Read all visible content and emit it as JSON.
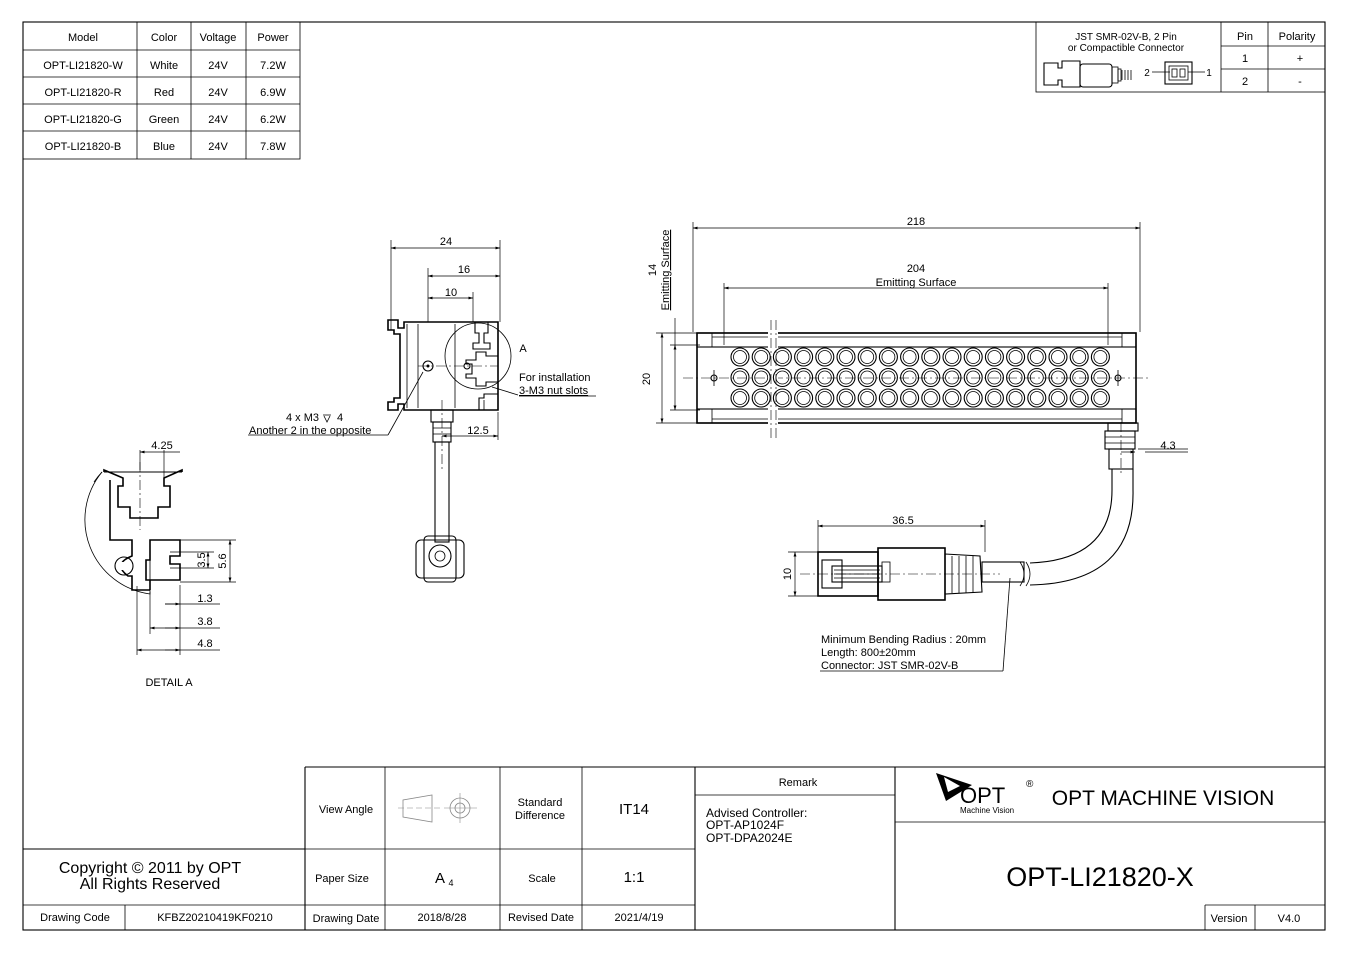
{
  "model_table": {
    "headers": [
      "Model",
      "Color",
      "Voltage",
      "Power"
    ],
    "rows": [
      [
        "OPT-LI21820-W",
        "White",
        "24V",
        "7.2W"
      ],
      [
        "OPT-LI21820-R",
        "Red",
        "24V",
        "6.9W"
      ],
      [
        "OPT-LI21820-G",
        "Green",
        "24V",
        "6.2W"
      ],
      [
        "OPT-LI21820-B",
        "Blue",
        "24V",
        "7.8W"
      ]
    ]
  },
  "connector_table": {
    "title_line1": "JST SMR-02V-B, 2 Pin",
    "title_line2": "or Compactible Connector",
    "pin_header": "Pin",
    "polarity_header": "Polarity",
    "rows": [
      [
        "1",
        "+"
      ],
      [
        "2",
        "-"
      ]
    ],
    "pin_label_2": "2",
    "pin_label_1": "1"
  },
  "side_view": {
    "dim_24": "24",
    "dim_16": "16",
    "dim_10": "10",
    "dim_12_5": "12.5",
    "detail_mark": "A",
    "note_line1": "For installation",
    "note_line2": "3-M3 nut slots",
    "screw_line1": "4 x M3",
    "screw_depth": "4",
    "screw_line2": "Another 2 in the opposite"
  },
  "front_view": {
    "dim_218": "218",
    "dim_204": "204",
    "emitting_surface": "Emitting Surface",
    "dim_14": "14",
    "emitting_surface_vertical": "Emitting Surface",
    "dim_20": "20",
    "dim_4_3": "4.3"
  },
  "cable": {
    "dim_36_5": "36.5",
    "dim_10": "10",
    "note_line1": "Minimum Bending Radius : 20mm",
    "note_line2": "Length: 800±20mm",
    "note_line3": "Connector: JST SMR-02V-B"
  },
  "detail_a": {
    "label": "DETAIL A",
    "dim_4_25": "4.25",
    "dim_3_5": "3.5",
    "dim_5_6": "5.6",
    "dim_1_3": "1.3",
    "dim_3_8": "3.8",
    "dim_4_8": "4.8"
  },
  "title_block": {
    "view_angle_label": "View Angle",
    "standard_difference_line1": "Standard",
    "standard_difference_line2": "Difference",
    "standard_difference_value": "IT14",
    "paper_size_label": "Paper Size",
    "paper_size_value": "A",
    "paper_size_sub": "4",
    "scale_label": "Scale",
    "scale_value": "1:1",
    "drawing_date_label": "Drawing Date",
    "drawing_date_value": "2018/8/28",
    "revised_date_label": "Revised Date",
    "revised_date_value": "2021/4/19",
    "remark_label": "Remark",
    "remark_line1": "Advised Controller:",
    "remark_line2": "OPT-AP1024F",
    "remark_line3": "OPT-DPA2024E",
    "logo_text": "OPT",
    "logo_registered": "®",
    "logo_subtext": "Machine Vision",
    "company_name": "OPT MACHINE VISION",
    "part_number": "OPT-LI21820-X",
    "version_label": "Version",
    "version_value": "V4.0",
    "copyright_line1": "Copyright © 2011 by OPT",
    "copyright_line2": "All Rights Reserved",
    "drawing_code_label": "Drawing Code",
    "drawing_code_value": "KFBZ20210419KF0210"
  }
}
